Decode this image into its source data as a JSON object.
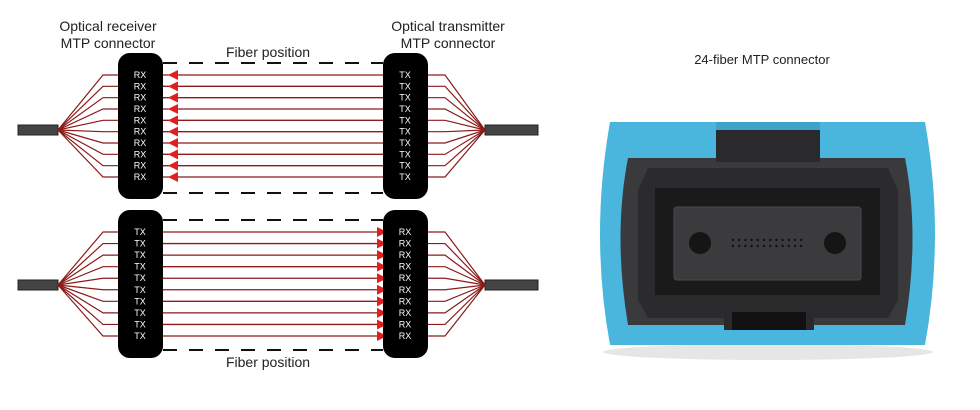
{
  "diagram": {
    "top": {
      "left_label_line1": "Optical receiver",
      "left_label_line2": "MTP connector",
      "right_label_line1": "Optical transmitter",
      "right_label_line2": "MTP connector",
      "fiber_label": "Fiber position",
      "left_pin": "RX",
      "right_pin": "TX",
      "direction": "right-to-left"
    },
    "bottom": {
      "fiber_label": "Fiber position",
      "left_pin": "TX",
      "right_pin": "RX",
      "direction": "left-to-right"
    },
    "fiber_count": 10,
    "fiber_color": "#8b1a1a",
    "arrow_color": "#e02020"
  },
  "photo": {
    "title": "24-fiber MTP connector",
    "body_color": "#4bb6dd",
    "fiber_holes": 24
  }
}
